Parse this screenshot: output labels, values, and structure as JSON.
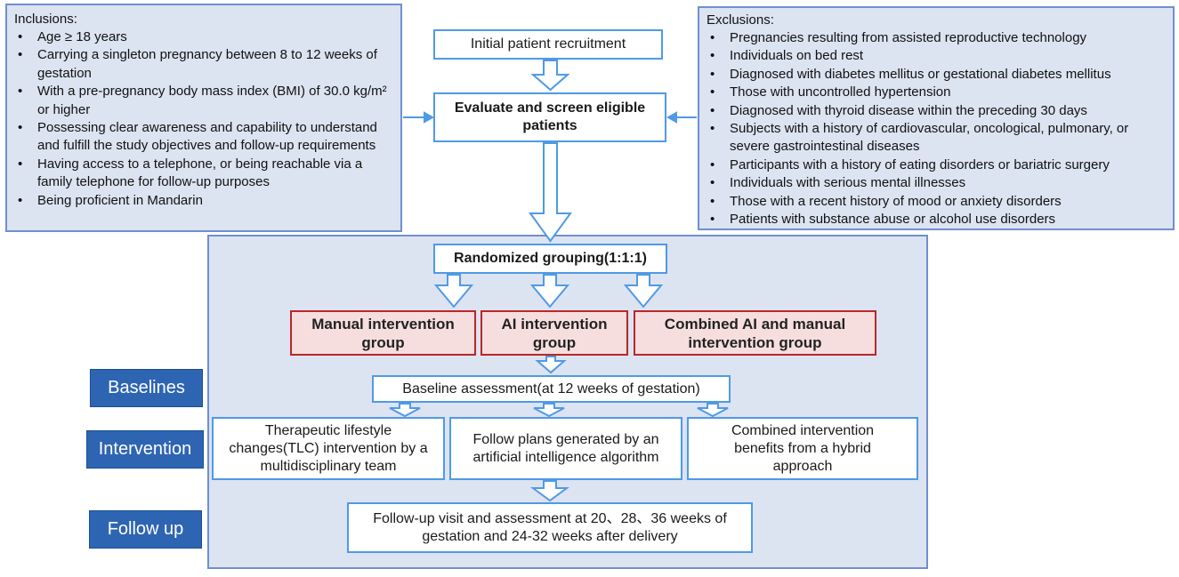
{
  "inclusions": {
    "title": "Inclusions:",
    "items": [
      "Age ≥ 18 years",
      "Carrying a singleton pregnancy between 8 to 12 weeks of gestation",
      "With a pre-pregnancy body mass index (BMI) of 30.0 kg/m² or higher",
      "Possessing clear awareness and capability to understand and fulfill the study objectives and follow-up requirements",
      "Having access to a telephone, or being reachable via a family telephone for follow-up purposes",
      "Being proficient in Mandarin"
    ]
  },
  "exclusions": {
    "title": "Exclusions:",
    "items": [
      "Pregnancies resulting from assisted reproductive technology",
      "Individuals on bed rest",
      "Diagnosed with diabetes mellitus or gestational diabetes mellitus",
      "Those with uncontrolled hypertension",
      "Diagnosed with thyroid disease within the preceding 30 days",
      "Subjects with a history of cardiovascular, oncological, pulmonary, or severe gastrointestinal diseases",
      "Participants with a history of eating disorders or bariatric surgery",
      "Individuals with serious mental illnesses",
      "Those with a recent history of mood or anxiety disorders",
      "Patients with substance abuse or alcohol use disorders"
    ]
  },
  "flow": {
    "recruitment": "Initial patient recruitment",
    "screening": "Evaluate and screen eligible patients",
    "randomized": "Randomized grouping(1:1:1)",
    "groups": [
      "Manual intervention group",
      "AI intervention group",
      "Combined AI and manual intervention group"
    ],
    "baseline_assessment": "Baseline assessment(at 12 weeks of gestation)",
    "interventions": [
      "Therapeutic lifestyle changes(TLC) intervention by a multidisciplinary team",
      "Follow plans generated by an artificial intelligence algorithm",
      "Combined intervention benefits from a hybrid approach"
    ],
    "follow_up_visit": "Follow-up visit and assessment at 20、28、36 weeks of gestation and 24-32 weeks after delivery"
  },
  "stages": {
    "baselines": "Baselines",
    "intervention": "Intervention",
    "follow_up": "Follow up"
  },
  "colors": {
    "panel_fill": "#dce3f1",
    "panel_border": "#6f8fd0",
    "box_border": "#4f9ae6",
    "group_fill": "#f7dede",
    "group_border": "#b8282a",
    "stage_fill": "#2e65b3"
  }
}
